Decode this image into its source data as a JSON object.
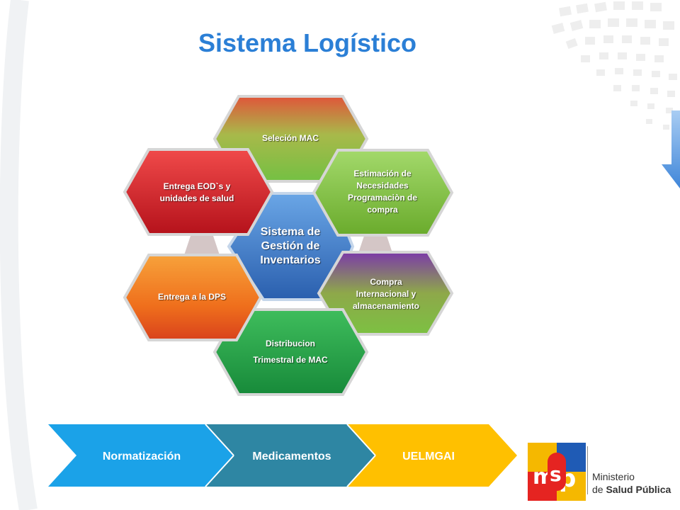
{
  "slide": {
    "title": "Sistema Logístico"
  },
  "diagram": {
    "center": {
      "lines": [
        "Sistema de",
        "Gestión de",
        "Inventarios"
      ],
      "color": "#2f6fbf"
    },
    "nodes": [
      {
        "id": "seleccion",
        "lines": [
          "Seleción MAC"
        ],
        "color": "#8cc63f"
      },
      {
        "id": "estimacion",
        "lines": [
          "Estimación de",
          "Necesidades",
          "Programaciòn de",
          "compra"
        ],
        "color": "#8cc63f"
      },
      {
        "id": "compra",
        "lines": [
          "Compra",
          "Internacional y",
          "almacenamiento"
        ],
        "color": "#7e3ba0"
      },
      {
        "id": "distribucion",
        "lines": [
          "Distribucion",
          "Trimestral de MAC"
        ],
        "color": "#22a04a"
      },
      {
        "id": "entrega-dps",
        "lines": [
          "Entrega a la DPS"
        ],
        "color": "#f07a1c"
      },
      {
        "id": "entrega-eod",
        "lines": [
          "Entrega  EOD`s y",
          "unidades de salud"
        ],
        "color": "#d81e1e"
      }
    ]
  },
  "process_bar": {
    "steps": [
      {
        "label": "Normatización",
        "color": "#1aa3e8"
      },
      {
        "label": "Medicamentos",
        "color": "#2e8aa5"
      },
      {
        "label": "UELMGAI",
        "color": "#ffc000"
      }
    ]
  },
  "logo": {
    "line1": "Ministerio",
    "line2_prefix": "de",
    "line2_bold": "Salud Pública"
  }
}
